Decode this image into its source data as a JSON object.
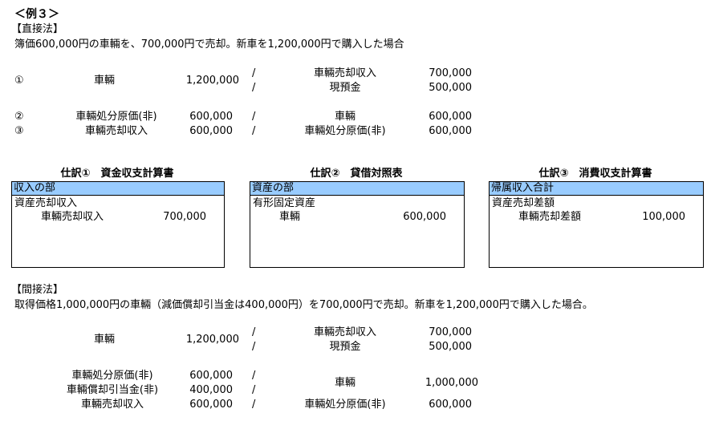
{
  "heading": "＜例３＞",
  "direct": {
    "label": "【直接法】",
    "description": "簿価600,000円の車輛を、700,000円で売却。新車を1,200,000円で購入した場合",
    "entries": [
      {
        "no": "①",
        "debit": "車輛",
        "debit_amt": "1,200,000",
        "slash": "/",
        "credit": "車輛売却収入",
        "credit_amt": "700,000"
      },
      {
        "no": "",
        "debit": "",
        "debit_amt": "",
        "slash": "/",
        "credit": "現預金",
        "credit_amt": "500,000"
      },
      {
        "no": "②",
        "debit": "車輛処分原価(非)",
        "debit_amt": "600,000",
        "slash": "/",
        "credit": "車輛",
        "credit_amt": "600,000"
      },
      {
        "no": "③",
        "debit": "車輛売却収入",
        "debit_amt": "600,000",
        "slash": "/",
        "credit": "車輛処分原価(非)",
        "credit_amt": "600,000"
      }
    ]
  },
  "statements": [
    {
      "title": "仕訳①　資金収支計算書",
      "header": "収入の部",
      "line1": "資産売却収入",
      "line2": "車輛売却収入",
      "amount": "700,000"
    },
    {
      "title": "仕訳②　貸借対照表",
      "header": "資産の部",
      "line1": "有形固定資産",
      "line2": "車輛",
      "amount": "600,000"
    },
    {
      "title": "仕訳③　消費収支計算書",
      "header": "帰属収入合計",
      "line1": "資産売却差額",
      "line2": "車輛売却差額",
      "amount": "100,000"
    }
  ],
  "indirect": {
    "label": "【間接法】",
    "description": "取得価格1,000,000円の車輛（減価償却引当金は400,000円）を700,000円で売却。新車を1,200,000円で購入した場合。",
    "entry1": {
      "debit": "車輛",
      "debit_amt": "1,200,000",
      "credit1": "車輛売却収入",
      "credit1_amt": "700,000",
      "credit2": "現預金",
      "credit2_amt": "500,000",
      "slash": "/"
    },
    "entry2": {
      "debit1": "車輛処分原価(非)",
      "debit1_amt": "600,000",
      "debit2": "車輛償却引当金(非)",
      "debit2_amt": "400,000",
      "credit1": "車輛",
      "credit1_amt": "1,000,000",
      "slash": "/"
    },
    "entry3": {
      "debit": "車輛売却収入",
      "debit_amt": "600,000",
      "credit": "車輛処分原価(非)",
      "credit_amt": "600,000",
      "slash": "/"
    }
  }
}
